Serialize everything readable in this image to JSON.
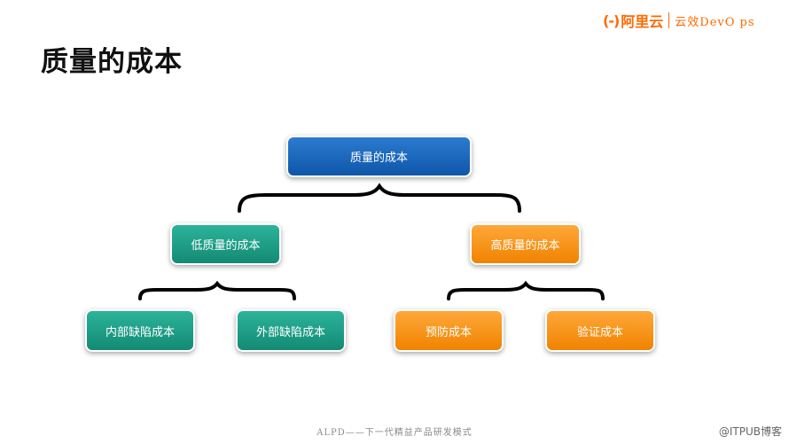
{
  "header": {
    "logo_mark": "(-)",
    "logo_name": "阿里云",
    "product": "云效DevO ps"
  },
  "title": "质量的成本",
  "diagram": {
    "root": "质量的成本",
    "low_quality": "低质量的成本",
    "high_quality": "高质量的成本",
    "internal_defect": "内部缺陷成本",
    "external_defect": "外部缺陷成本",
    "prevention": "预防成本",
    "verification": "验证成本"
  },
  "footer": "ALPD——下一代精益产品研发模式",
  "watermark": "@ITPUB博客"
}
